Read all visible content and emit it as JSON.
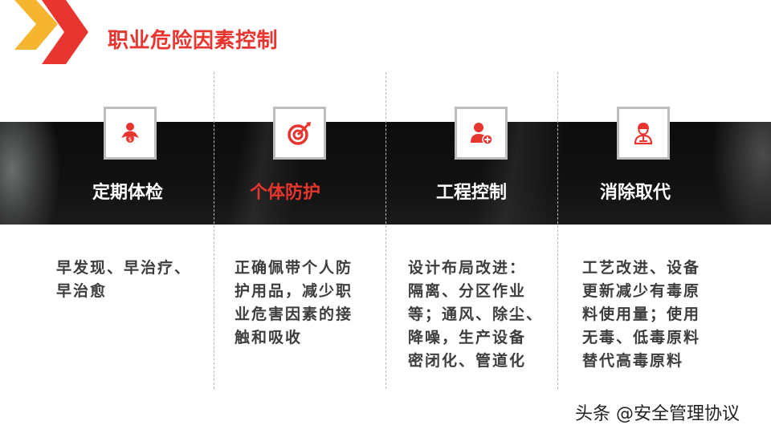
{
  "slide": {
    "title": "职业危险因素控制",
    "accent_color": "#e8352f",
    "secondary_accent": "#f5b52e",
    "columns": [
      {
        "icon": "person-money-icon",
        "heading": "定期体检",
        "active": false,
        "lines": [
          "早发现、早治疗、",
          "早治愈"
        ]
      },
      {
        "icon": "target-arrow-icon",
        "heading": "个体防护",
        "active": true,
        "lines": [
          "正确佩带个人防",
          "护用品，减少职",
          "业危害因素的接",
          "触和吸收"
        ]
      },
      {
        "icon": "user-add-icon",
        "heading": "工程控制",
        "active": false,
        "lines": [
          "设计布局改进：",
          "隔离、分区作业",
          "等；通风、除尘、",
          "降噪，生产设备",
          "密闭化、管道化"
        ]
      },
      {
        "icon": "worker-icon",
        "heading": "消除取代",
        "active": false,
        "lines": [
          "工艺改进、设备",
          "更新减少有毒原",
          "料使用量；使用",
          "无毒、低毒原料",
          "替代高毒原料"
        ]
      }
    ]
  },
  "watermark": "头条 @安全管理协议"
}
